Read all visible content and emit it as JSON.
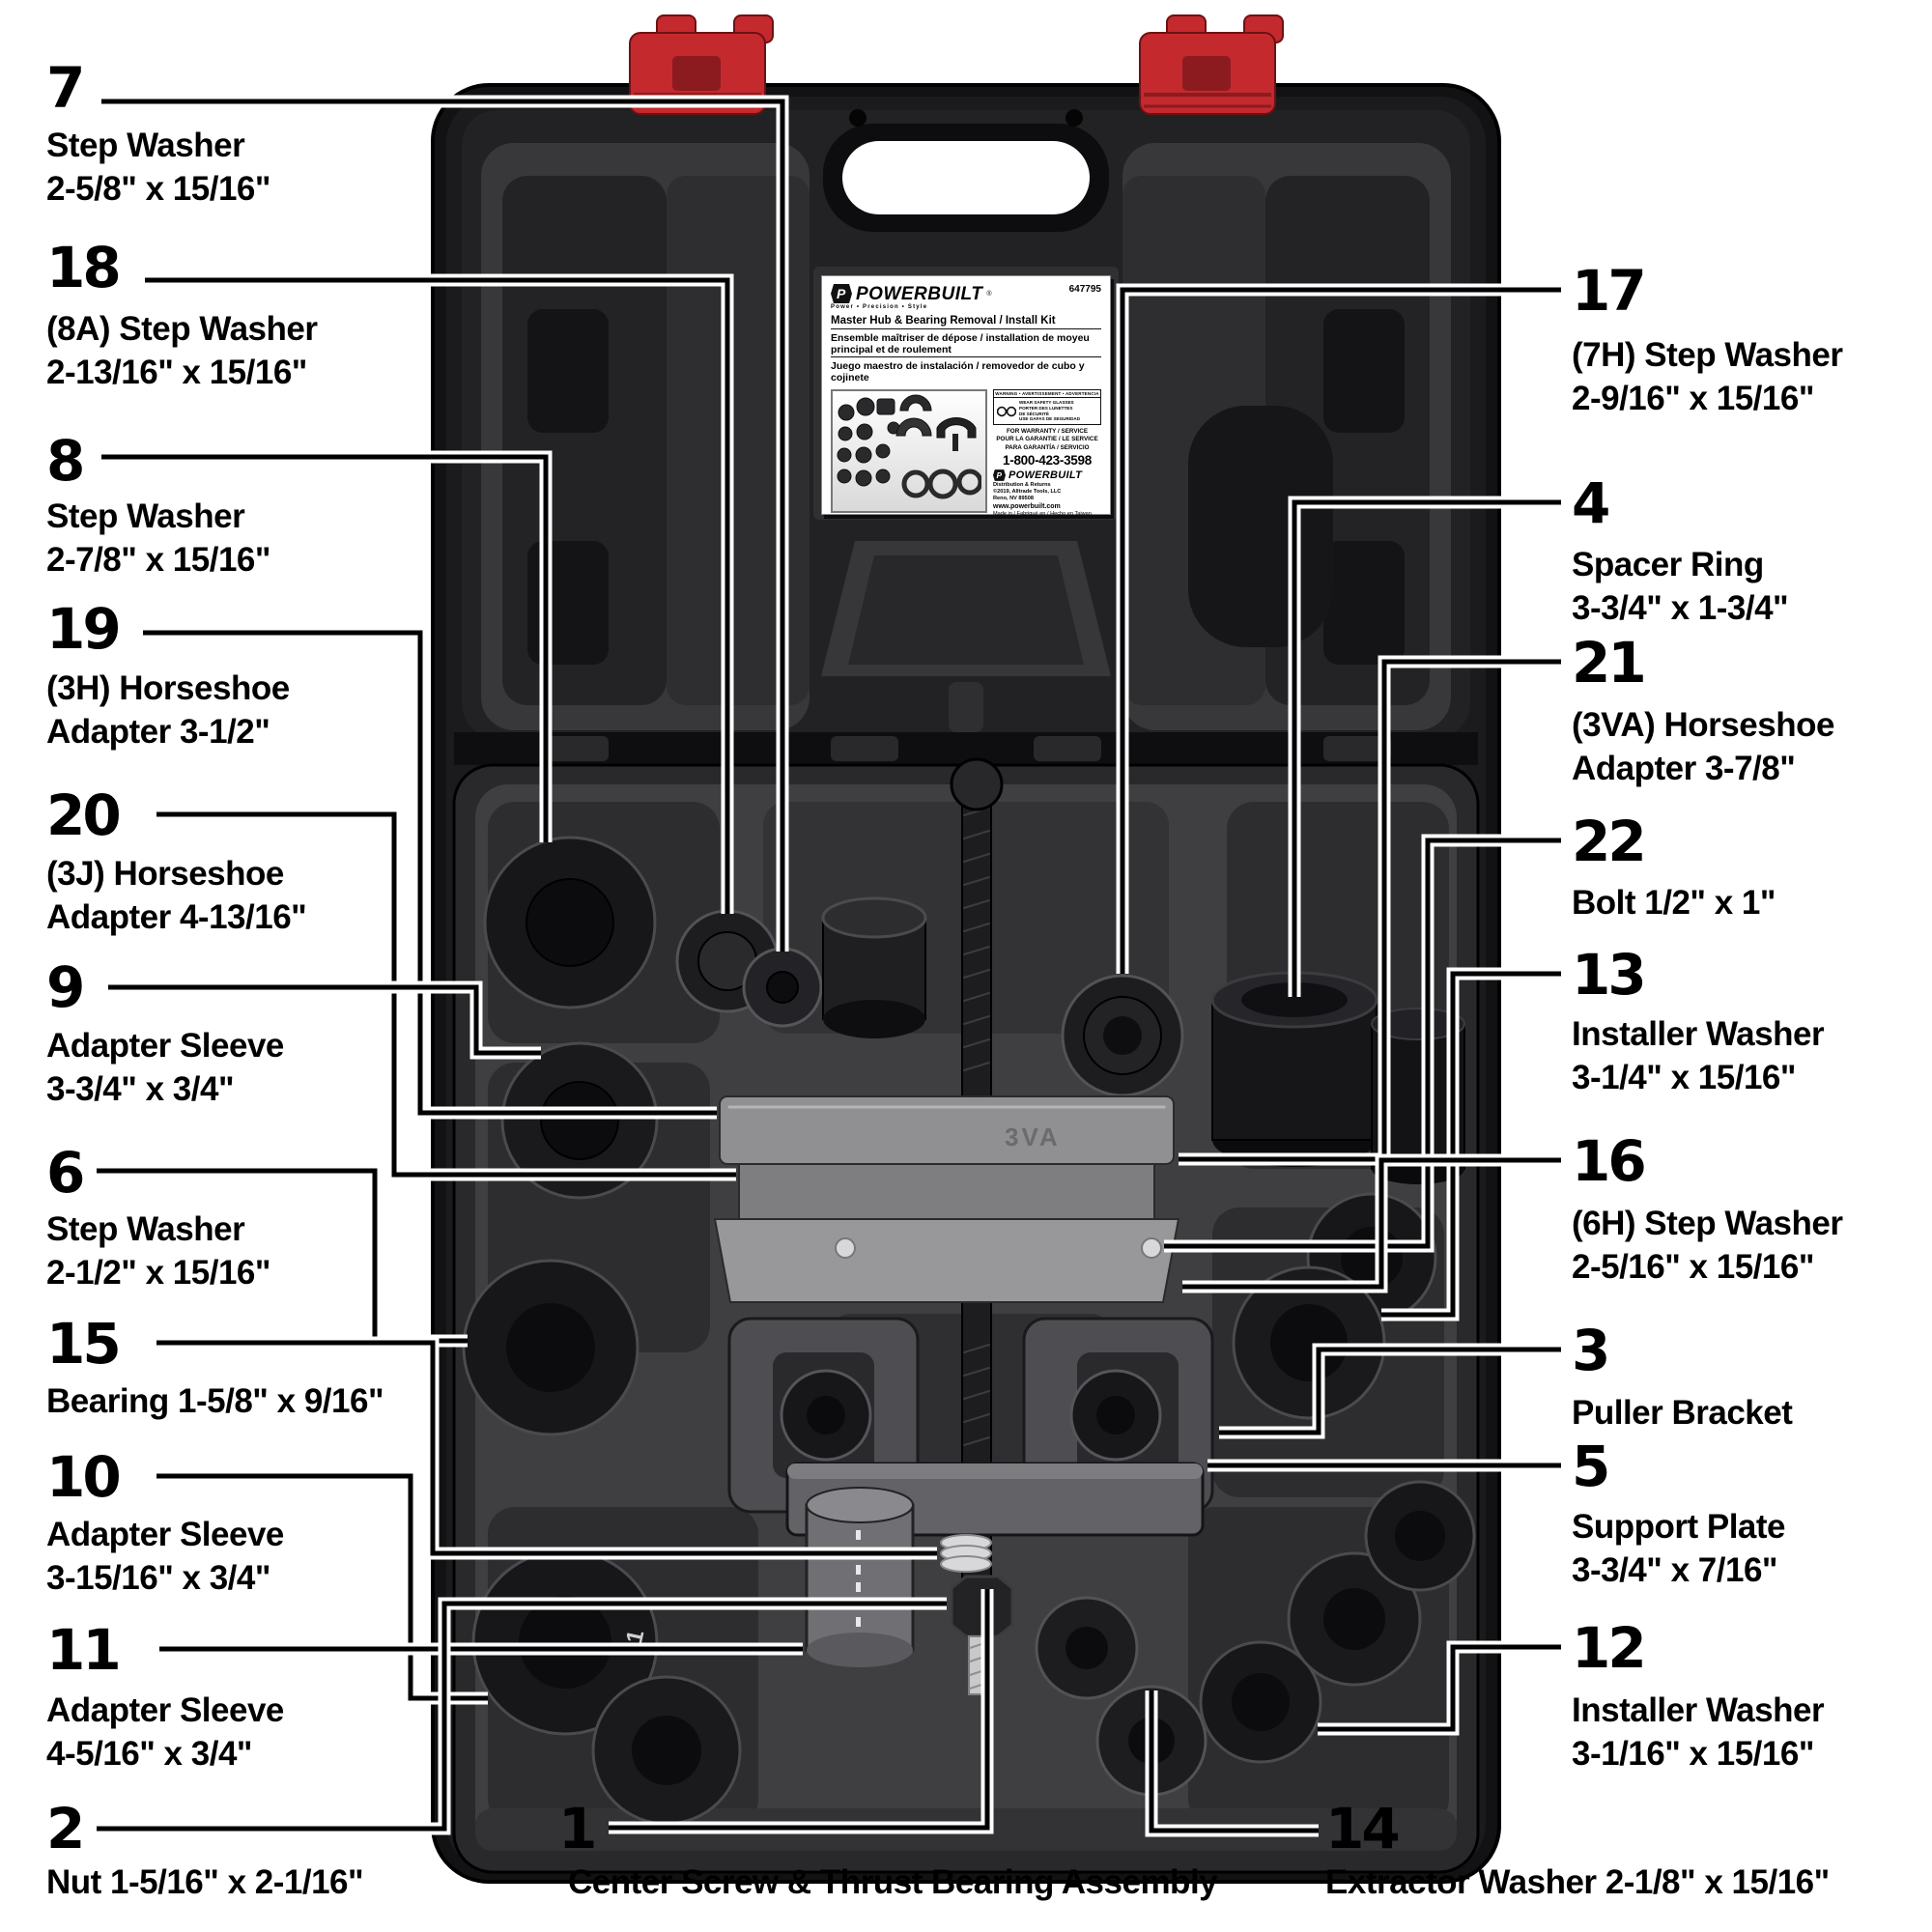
{
  "colors": {
    "latch_red": "#c4292d",
    "latch_red_dark": "#8c1b20",
    "case_black": "#141416",
    "metal_gray": "#909093",
    "silver": "#d8d8db",
    "text_black": "#000000",
    "label_bg": "#ffffff"
  },
  "markings": {
    "stack_engraving": "3VA",
    "ring_marking": "11"
  },
  "label": {
    "part_number": "647795",
    "brand": "POWERBUILT",
    "registered": "®",
    "tagline": "Power • Precision • Style",
    "title_en": "Master Hub & Bearing Removal / Install Kit",
    "title_fr": "Ensemble maîtriser de dépose / installation de moyeu principal et de roulement",
    "title_es": "Juego maestro de instalación / removedor de cubo y cojinete",
    "warning_strip": "WARNING • AVERTISSEMENT • ADVERTENCIA",
    "warning_lines": [
      "WEAR SAFETY GLASSES",
      "PORTER DES LUNETTES",
      "DE SÉCURITÉ",
      "USE GAFAS DE SEGURIDAD"
    ],
    "warranty_lines": [
      "FOR WARRANTY / SERVICE",
      "POUR LA GARANTIE / LE SERVICE",
      "PARA GARANTÍA / SERVICIO"
    ],
    "phone": "1-800-423-3598",
    "brand2": "POWERBUILT",
    "distribution_lines": [
      "Distribution & Returns",
      "©2019, Alltrade Tools, LLC",
      "Reno, NV 89508"
    ],
    "website": "www.powerbuilt.com",
    "made_in": "Made in / Fabriqué en / Hecho en Taiwan"
  },
  "callouts": [
    {
      "id": "7",
      "number": "7",
      "lines": [
        "Step Washer",
        "2-5/8\" x 15/16\""
      ]
    },
    {
      "id": "18",
      "number": "18",
      "lines": [
        "(8A) Step Washer",
        "2-13/16\" x 15/16\""
      ]
    },
    {
      "id": "8",
      "number": "8",
      "lines": [
        "Step Washer",
        "2-7/8\" x 15/16\""
      ]
    },
    {
      "id": "19",
      "number": "19",
      "lines": [
        "(3H) Horseshoe",
        "Adapter 3-1/2\""
      ]
    },
    {
      "id": "20",
      "number": "20",
      "lines": [
        "(3J) Horseshoe",
        "Adapter 4-13/16\""
      ]
    },
    {
      "id": "9",
      "number": "9",
      "lines": [
        "Adapter Sleeve",
        "3-3/4\" x 3/4\""
      ]
    },
    {
      "id": "6",
      "number": "6",
      "lines": [
        "Step Washer",
        "2-1/2\" x 15/16\""
      ]
    },
    {
      "id": "15",
      "number": "15",
      "lines": [
        "Bearing 1-5/8\" x 9/16\""
      ]
    },
    {
      "id": "10",
      "number": "10",
      "lines": [
        "Adapter Sleeve",
        "3-15/16\" x 3/4\""
      ]
    },
    {
      "id": "11",
      "number": "11",
      "lines": [
        "Adapter Sleeve",
        "4-5/16\" x 3/4\""
      ]
    },
    {
      "id": "2",
      "number": "2",
      "lines": [
        "Nut 1-5/16\" x 2-1/16\""
      ]
    },
    {
      "id": "1",
      "number": "1",
      "lines": [
        "Center Screw & Thrust Bearing Assembly"
      ]
    },
    {
      "id": "14",
      "number": "14",
      "lines": [
        "Extractor Washer 2-1/8\" x 15/16\""
      ]
    },
    {
      "id": "17",
      "number": "17",
      "lines": [
        "(7H) Step Washer",
        "2-9/16\" x 15/16\""
      ]
    },
    {
      "id": "4",
      "number": "4",
      "lines": [
        "Spacer Ring",
        "3-3/4\" x 1-3/4\""
      ]
    },
    {
      "id": "21",
      "number": "21",
      "lines": [
        "(3VA) Horseshoe",
        "Adapter 3-7/8\""
      ]
    },
    {
      "id": "22",
      "number": "22",
      "lines": [
        "Bolt 1/2\" x 1\""
      ]
    },
    {
      "id": "13",
      "number": "13",
      "lines": [
        "Installer Washer",
        "3-1/4\" x 15/16\""
      ]
    },
    {
      "id": "16",
      "number": "16",
      "lines": [
        "(6H) Step Washer",
        "2-5/16\" x 15/16\""
      ]
    },
    {
      "id": "3",
      "number": "3",
      "lines": [
        "Puller Bracket"
      ]
    },
    {
      "id": "5",
      "number": "5",
      "lines": [
        "Support Plate",
        "3-3/4\" x 7/16\""
      ]
    },
    {
      "id": "12",
      "number": "12",
      "lines": [
        "Installer Washer",
        "3-1/16\" x 15/16\""
      ]
    }
  ]
}
